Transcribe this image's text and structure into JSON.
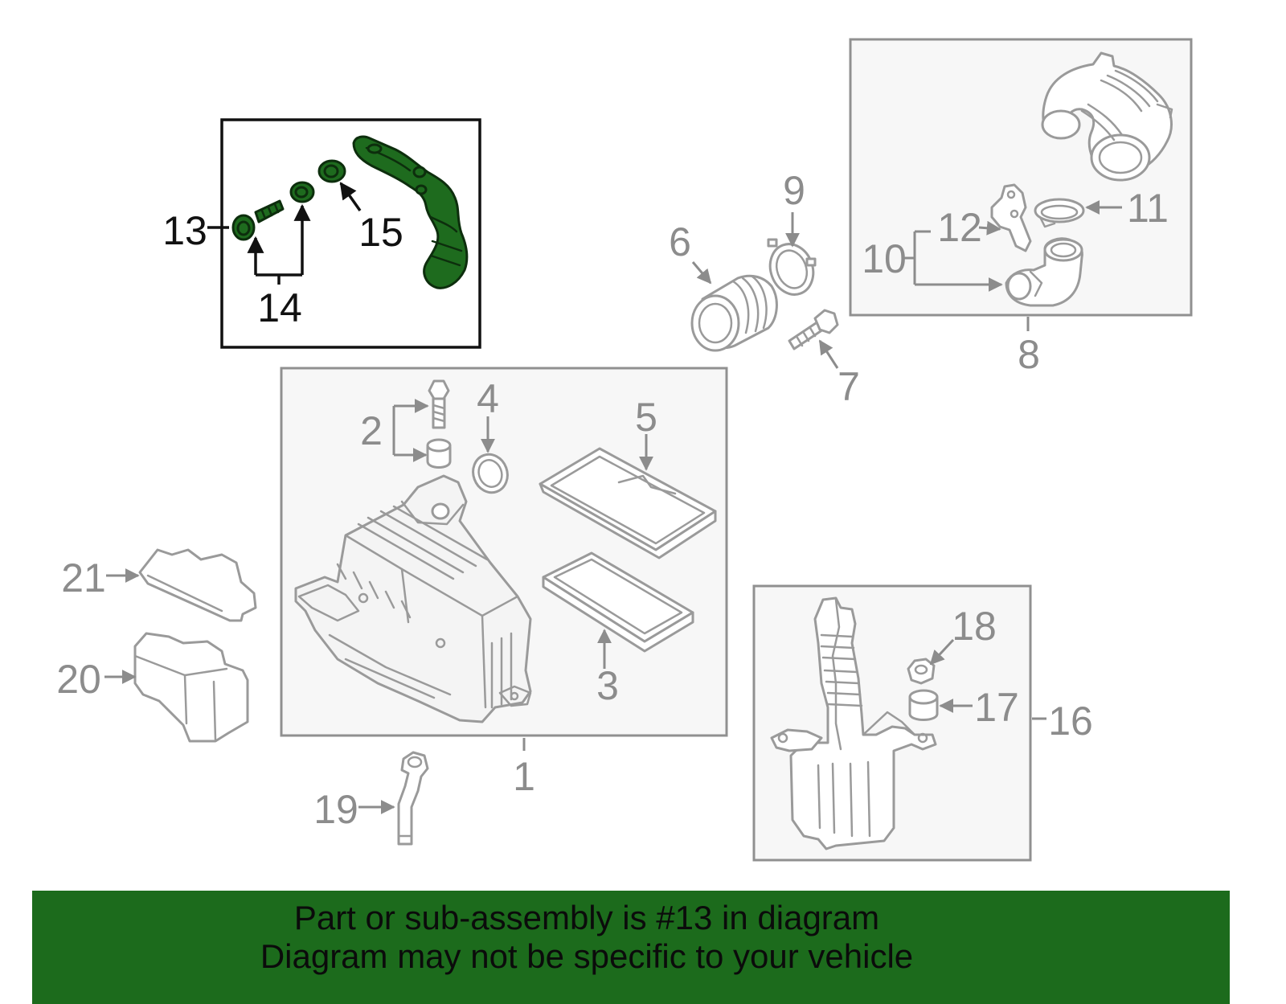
{
  "callouts": {
    "n1": "1",
    "n2": "2",
    "n3": "3",
    "n4": "4",
    "n5": "5",
    "n6": "6",
    "n7": "7",
    "n8": "8",
    "n9": "9",
    "n10": "10",
    "n11": "11",
    "n12": "12",
    "n13": "13",
    "n14": "14",
    "n15": "15",
    "n16": "16",
    "n17": "17",
    "n18": "18",
    "n19": "19",
    "n20": "20",
    "n21": "21"
  },
  "highlight": {
    "part": "13",
    "color": "#1e6b1e"
  },
  "banner": {
    "line1": "Part or sub-assembly is #13 in diagram",
    "line2": "Diagram may not be specific to your vehicle",
    "background": "#1c6b1c"
  }
}
